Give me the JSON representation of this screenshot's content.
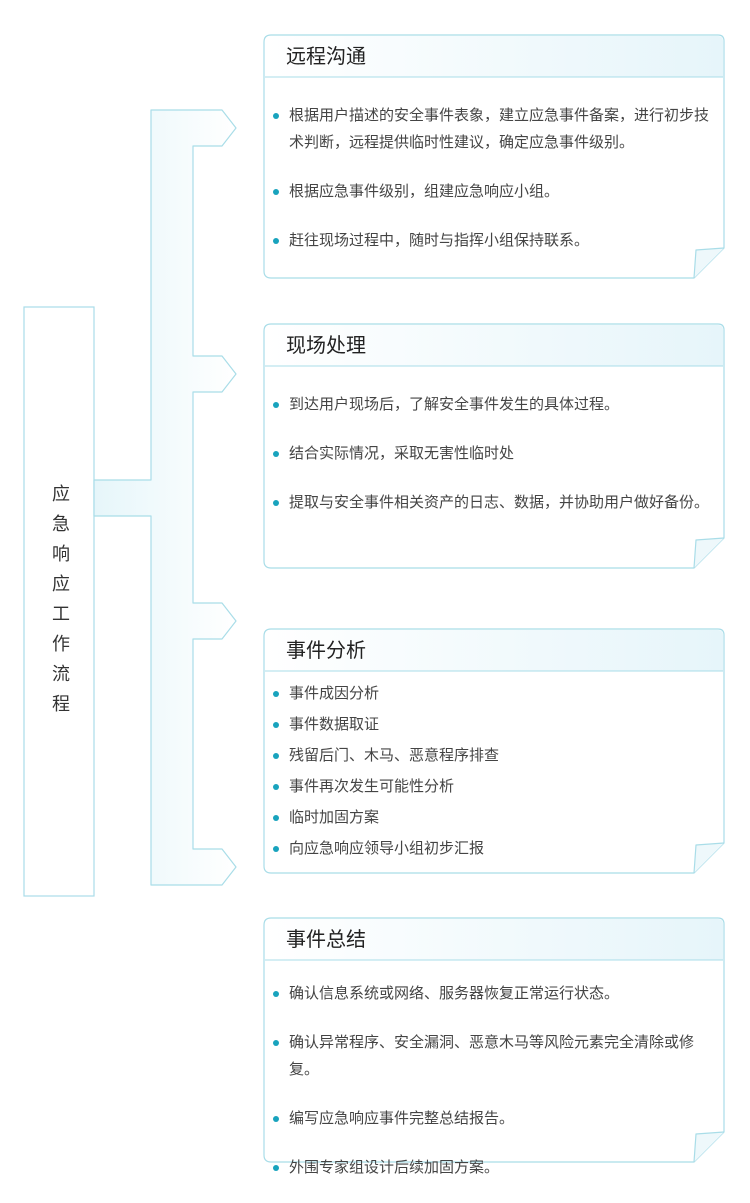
{
  "root_label": "应急响应工作流程",
  "colors": {
    "accent": "#18a3bd",
    "card_border": "#a9dde8",
    "header_band": "#eaf7fb"
  },
  "sections": [
    {
      "title": "远程沟通",
      "items": [
        "根据用户描述的安全事件表象，建立应急事件备案，进行初步技术判断，远程提供临时性建议，确定应急事件级别。",
        "根据应急事件级别，组建应急响应小组。",
        "赶往现场过程中，随时与指挥小组保持联系。"
      ]
    },
    {
      "title": "现场处理",
      "items": [
        "到达用户现场后，了解安全事件发生的具体过程。",
        "结合实际情况，采取无害性临时处",
        "提取与安全事件相关资产的日志、数据，并协助用户做好备份。"
      ]
    },
    {
      "title": "事件分析",
      "items": [
        "事件成因分析",
        "事件数据取证",
        "残留后门、木马、恶意程序排查",
        "事件再次发生可能性分析",
        "临时加固方案",
        "向应急响应领导小组初步汇报"
      ]
    },
    {
      "title": "事件总结",
      "items": [
        "确认信息系统或网络、服务器恢复正常运行状态。",
        "确认异常程序、安全漏洞、恶意木马等风险元素完全清除或修复。",
        "编写应急响应事件完整总结报告。",
        "外围专家组设计后续加固方案。"
      ]
    }
  ]
}
